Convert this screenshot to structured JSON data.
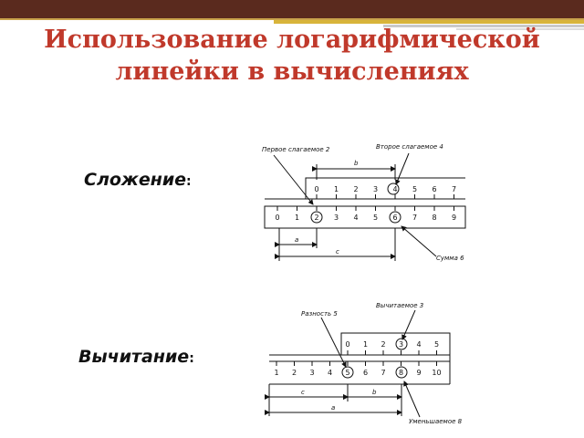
{
  "slide": {
    "title": "Использование логарифмической линейки в вычислениях",
    "addition_label": "Сложение",
    "subtraction_label": "Вычитание",
    "colon": ":"
  },
  "addition_figure": {
    "callout_first": "Первое слагаемое 2",
    "callout_second": "Второе слагаемое 4",
    "callout_sum": "Сумма 6",
    "seg_a": "a",
    "seg_b": "b",
    "seg_c": "c",
    "top_scale": [
      "0",
      "1",
      "2",
      "3",
      "4",
      "5",
      "6",
      "7"
    ],
    "bottom_scale": [
      "0",
      "1",
      "2",
      "3",
      "4",
      "5",
      "6",
      "7",
      "8",
      "9"
    ]
  },
  "subtraction_figure": {
    "callout_diff": "Разность 5",
    "callout_subtrahend": "Вычитаемое 3",
    "callout_minuend": "Уменьшаемое 8",
    "seg_a": "a",
    "seg_b": "b",
    "seg_c": "c",
    "top_scale": [
      "0",
      "1",
      "2",
      "3",
      "4",
      "5"
    ],
    "bottom_scale": [
      "1",
      "2",
      "3",
      "4",
      "5",
      "6",
      "7",
      "8",
      "9",
      "10"
    ]
  }
}
